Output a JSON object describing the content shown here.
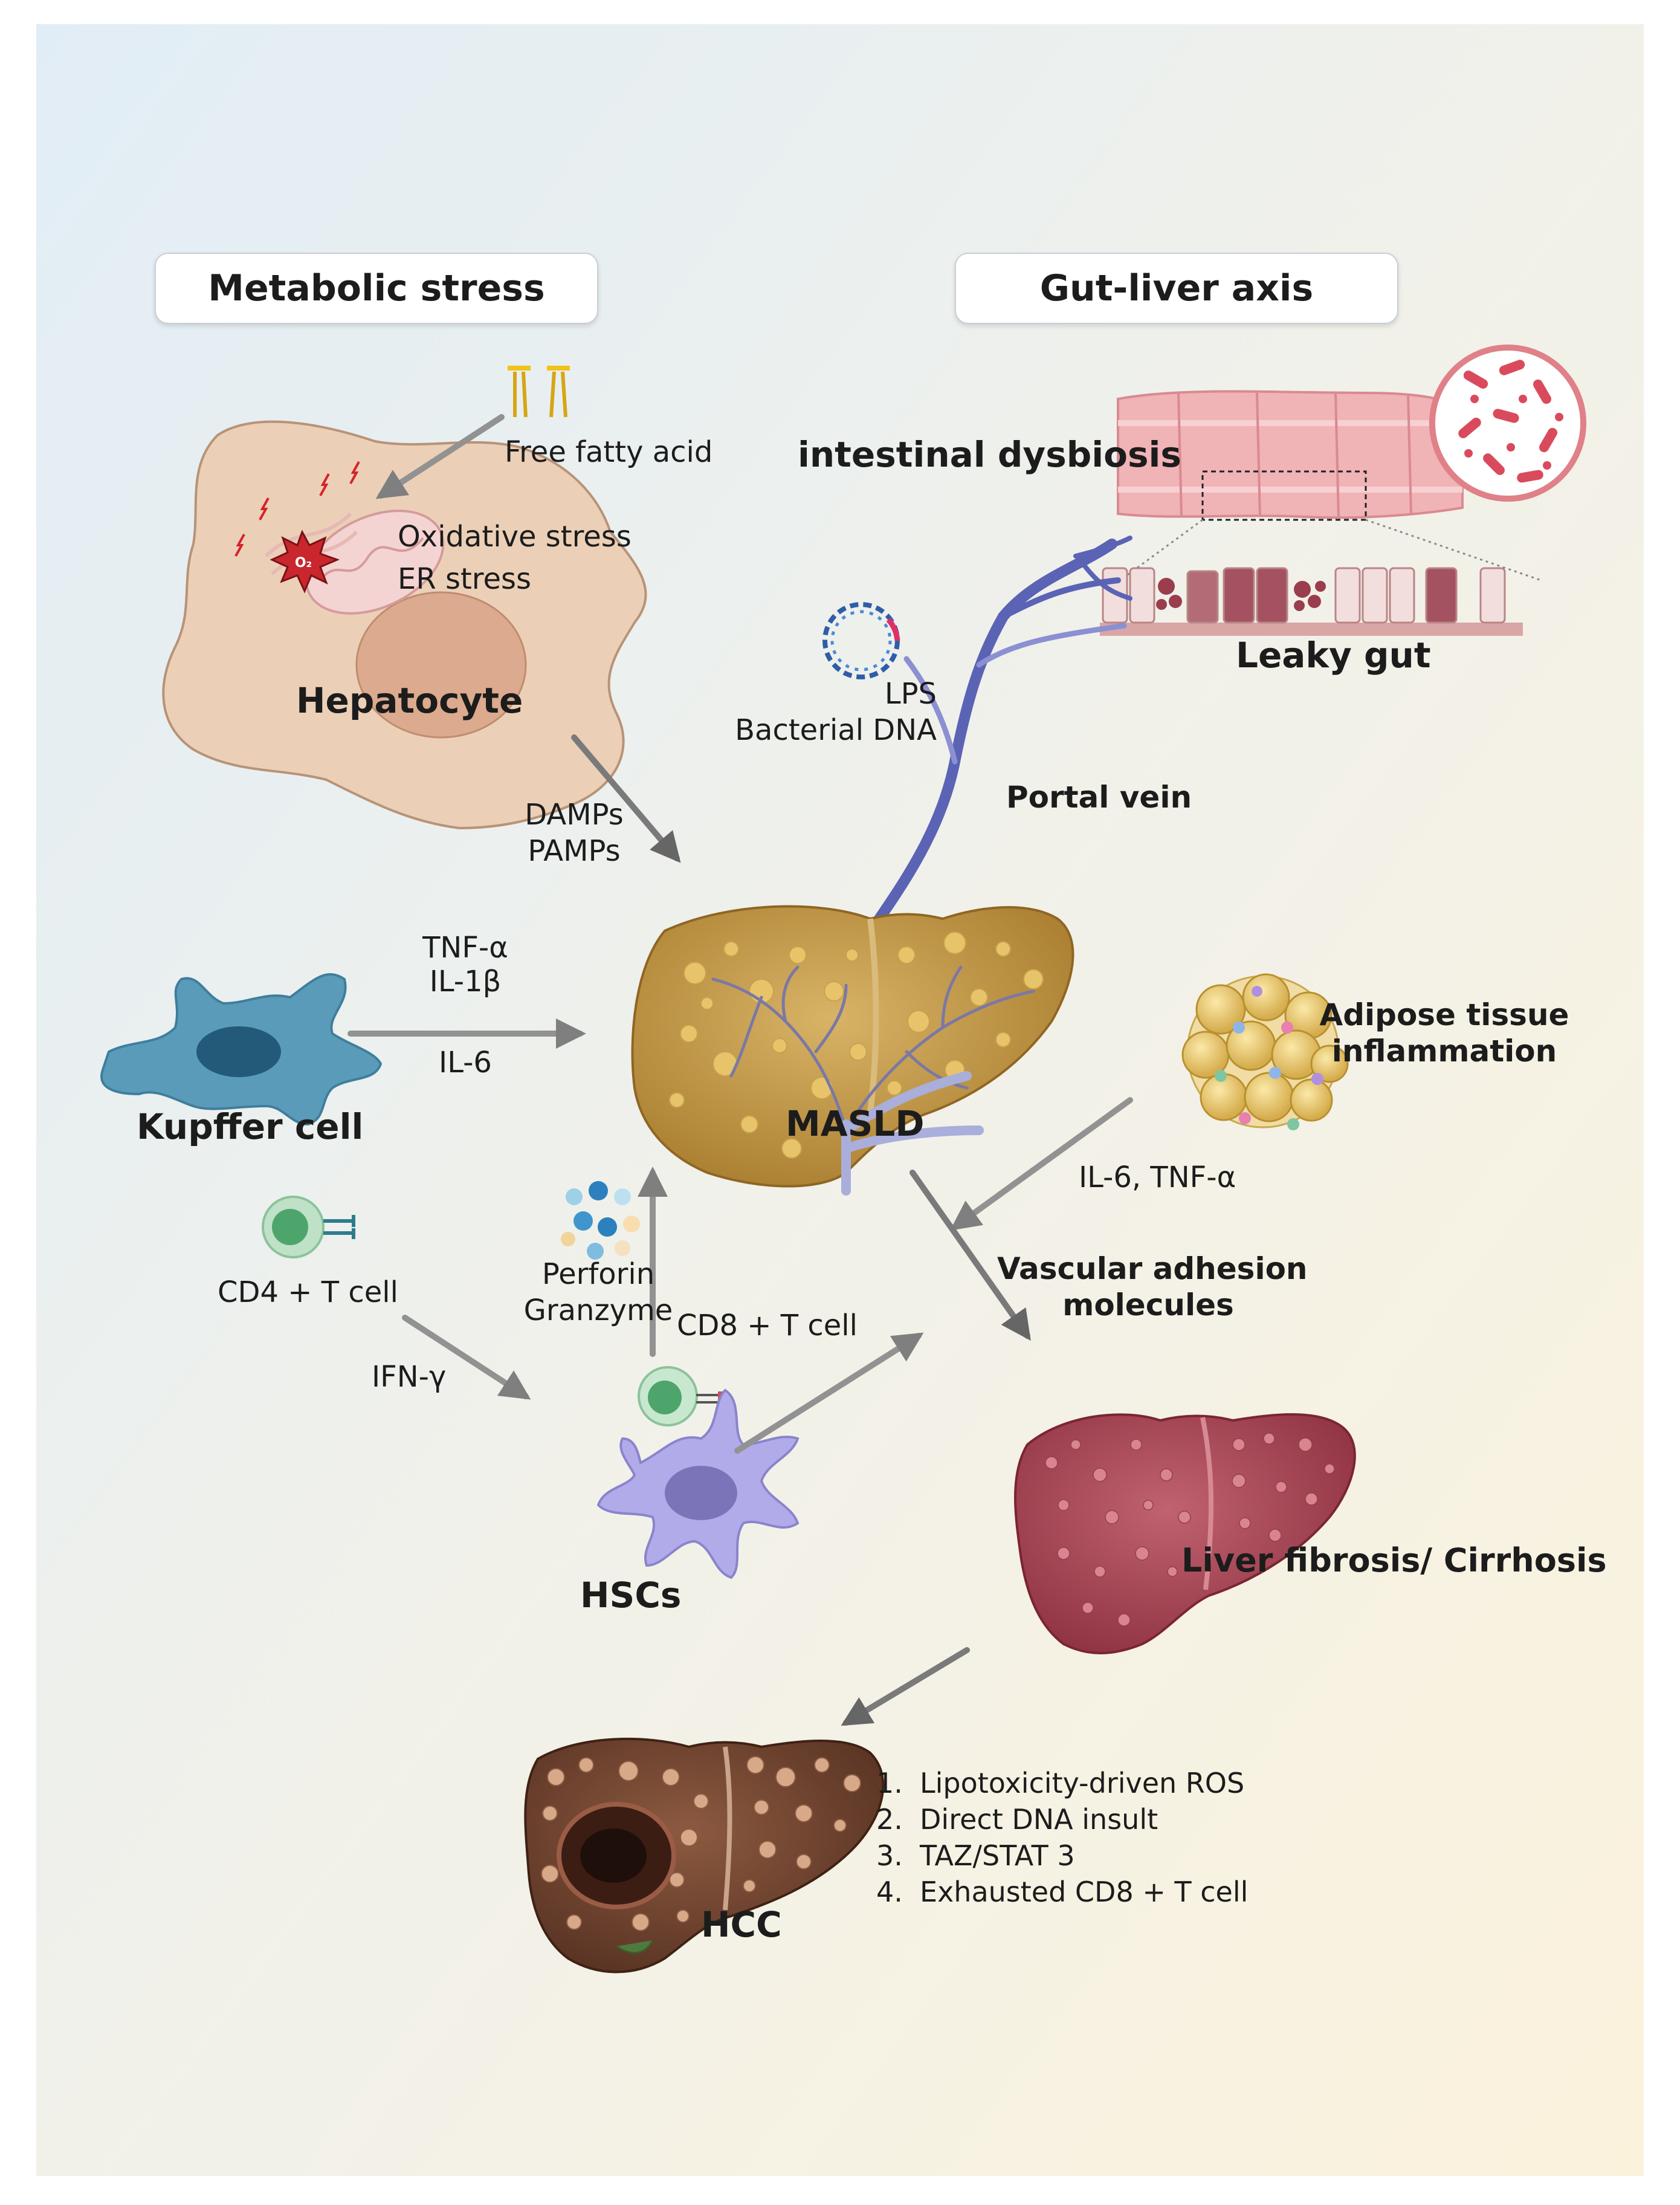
{
  "headers": {
    "metabolic": "Metabolic stress",
    "gut": "Gut-liver axis"
  },
  "labels": {
    "free_fatty_acid": "Free fatty acid",
    "oxidative_stress": "Oxidative stress",
    "er_stress": "ER stress",
    "hepatocyte": "Hepatocyte",
    "damps": "DAMPs",
    "pamps": "PAMPs",
    "intestinal_dysbiosis": "intestinal dysbiosis",
    "leaky_gut": "Leaky gut",
    "lps": "LPS",
    "bacterial_dna": "Bacterial DNA",
    "portal_vein": "Portal vein",
    "tnf": "TNF-α",
    "il1b": "IL-1β",
    "il6": "IL-6",
    "kupffer": "Kupffer cell",
    "masld": "MASLD",
    "adipose_line1": "Adipose tissue",
    "adipose_line2": "inflammation",
    "il6_tnf": "IL-6, TNF-α",
    "cd4": "CD4 + T cell",
    "perforin": "Perforin",
    "granzyme": "Granzyme",
    "cd8": "CD8 + T cell",
    "ifn": "IFN-γ",
    "vascular_line1": "Vascular adhesion",
    "vascular_line2": "molecules",
    "hscs": "HSCs",
    "fibrosis": "Liver fibrosis/ Cirrhosis",
    "hcc": "HCC",
    "o2": "O₂"
  },
  "hcc_mechanisms": [
    {
      "num": "1.",
      "text": "Lipotoxicity-driven ROS"
    },
    {
      "num": "2.",
      "text": "Direct DNA insult"
    },
    {
      "num": "3.",
      "text": "TAZ/STAT 3"
    },
    {
      "num": "4.",
      "text": "Exhausted CD8 + T cell"
    }
  ],
  "colors": {
    "background_start": "#e3eef6",
    "background_end": "#fbf3de",
    "arrow": "#8f8f8f",
    "portal_vein": "#5b63b5",
    "kupffer": "#4f8fb0",
    "hsc": "#a9a3e3",
    "masld_liver": "#c39a48",
    "fibrotic_liver": "#a94856",
    "hcc_liver": "#6e4431",
    "hepatocyte": "#ecd1b8"
  }
}
